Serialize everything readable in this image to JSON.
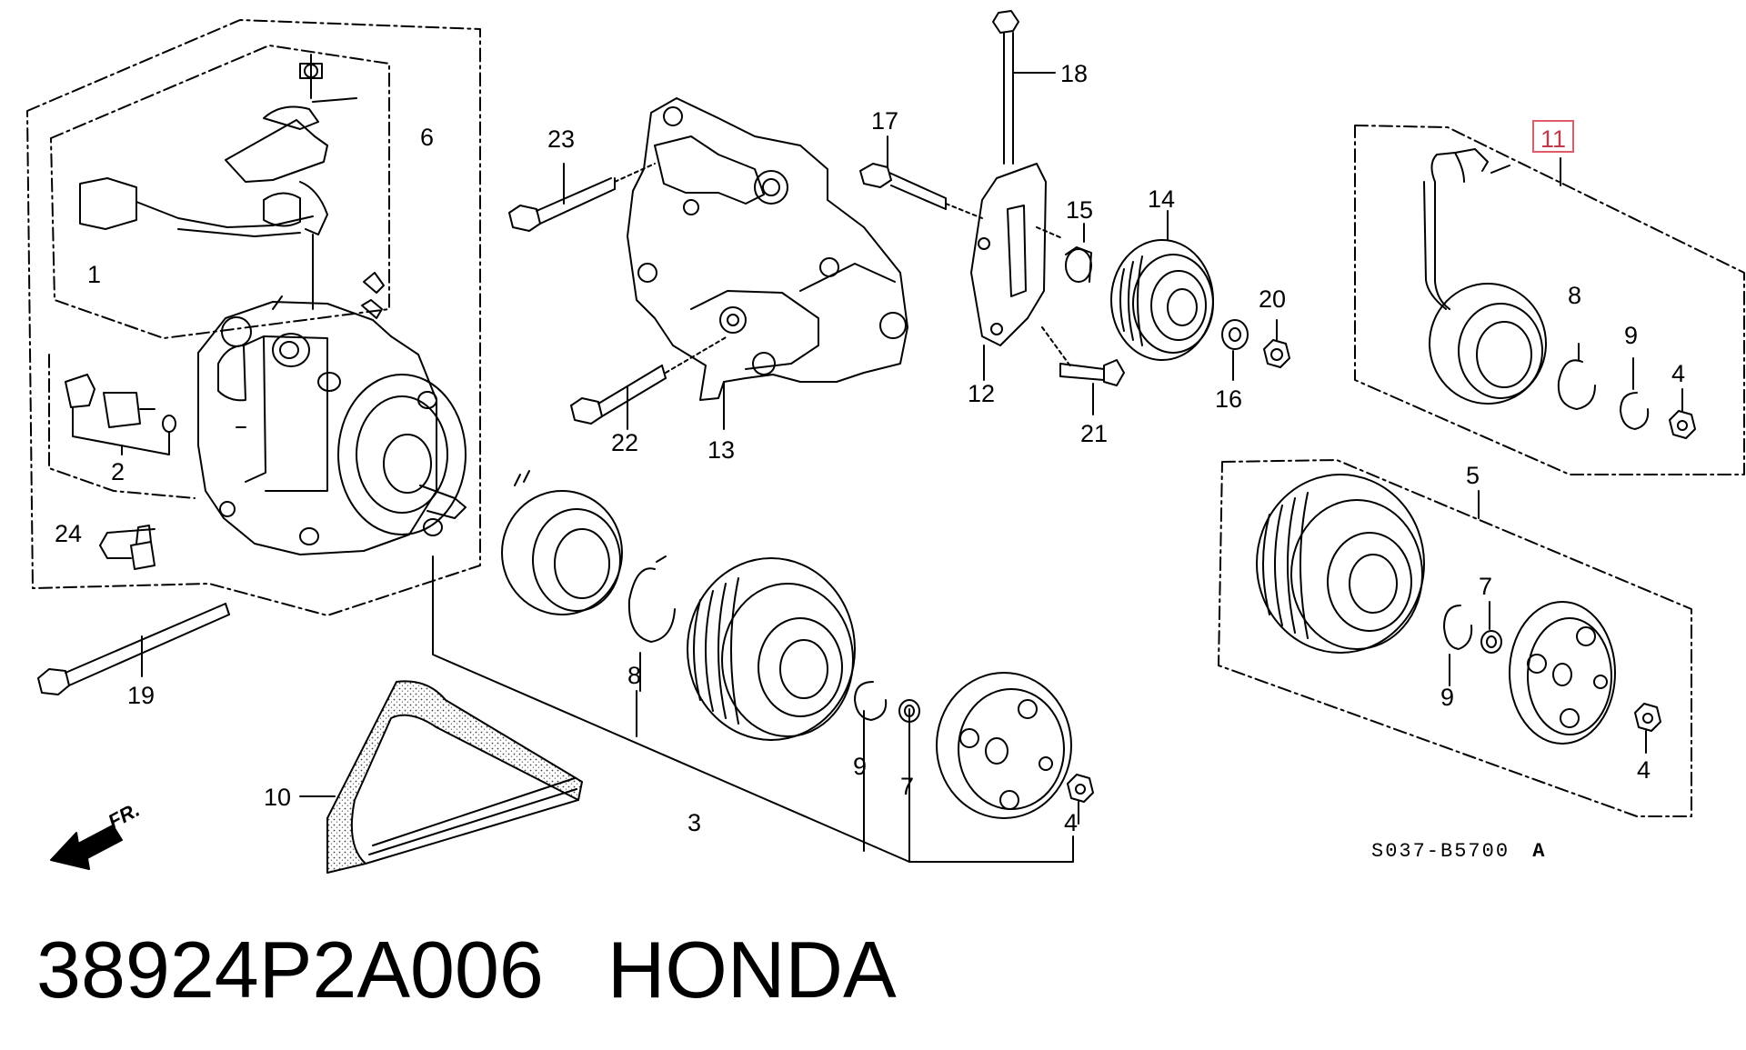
{
  "diagram": {
    "drawing_code": "S037-B5700",
    "drawing_code_suffix": "A",
    "direction_label": "FR.",
    "callouts": [
      {
        "id": "c1",
        "number": "1"
      },
      {
        "id": "c2",
        "number": "2"
      },
      {
        "id": "c3",
        "number": "3"
      },
      {
        "id": "c4a",
        "number": "4"
      },
      {
        "id": "c4b",
        "number": "4"
      },
      {
        "id": "c4c",
        "number": "4"
      },
      {
        "id": "c5",
        "number": "5"
      },
      {
        "id": "c6",
        "number": "6"
      },
      {
        "id": "c7a",
        "number": "7"
      },
      {
        "id": "c7b",
        "number": "7"
      },
      {
        "id": "c8a",
        "number": "8"
      },
      {
        "id": "c8b",
        "number": "8"
      },
      {
        "id": "c9a",
        "number": "9"
      },
      {
        "id": "c9b",
        "number": "9"
      },
      {
        "id": "c9c",
        "number": "9"
      },
      {
        "id": "c10",
        "number": "10"
      },
      {
        "id": "c11",
        "number": "11",
        "highlighted": true
      },
      {
        "id": "c12",
        "number": "12"
      },
      {
        "id": "c13",
        "number": "13"
      },
      {
        "id": "c14",
        "number": "14"
      },
      {
        "id": "c15",
        "number": "15"
      },
      {
        "id": "c16",
        "number": "16"
      },
      {
        "id": "c17",
        "number": "17"
      },
      {
        "id": "c18",
        "number": "18"
      },
      {
        "id": "c19",
        "number": "19"
      },
      {
        "id": "c20",
        "number": "20"
      },
      {
        "id": "c21",
        "number": "21"
      },
      {
        "id": "c22",
        "number": "22"
      },
      {
        "id": "c23",
        "number": "23"
      },
      {
        "id": "c24",
        "number": "24"
      }
    ],
    "highlight_color": "#e05a6a"
  },
  "caption": {
    "part_number": "38924P2A006",
    "brand": "HONDA"
  }
}
